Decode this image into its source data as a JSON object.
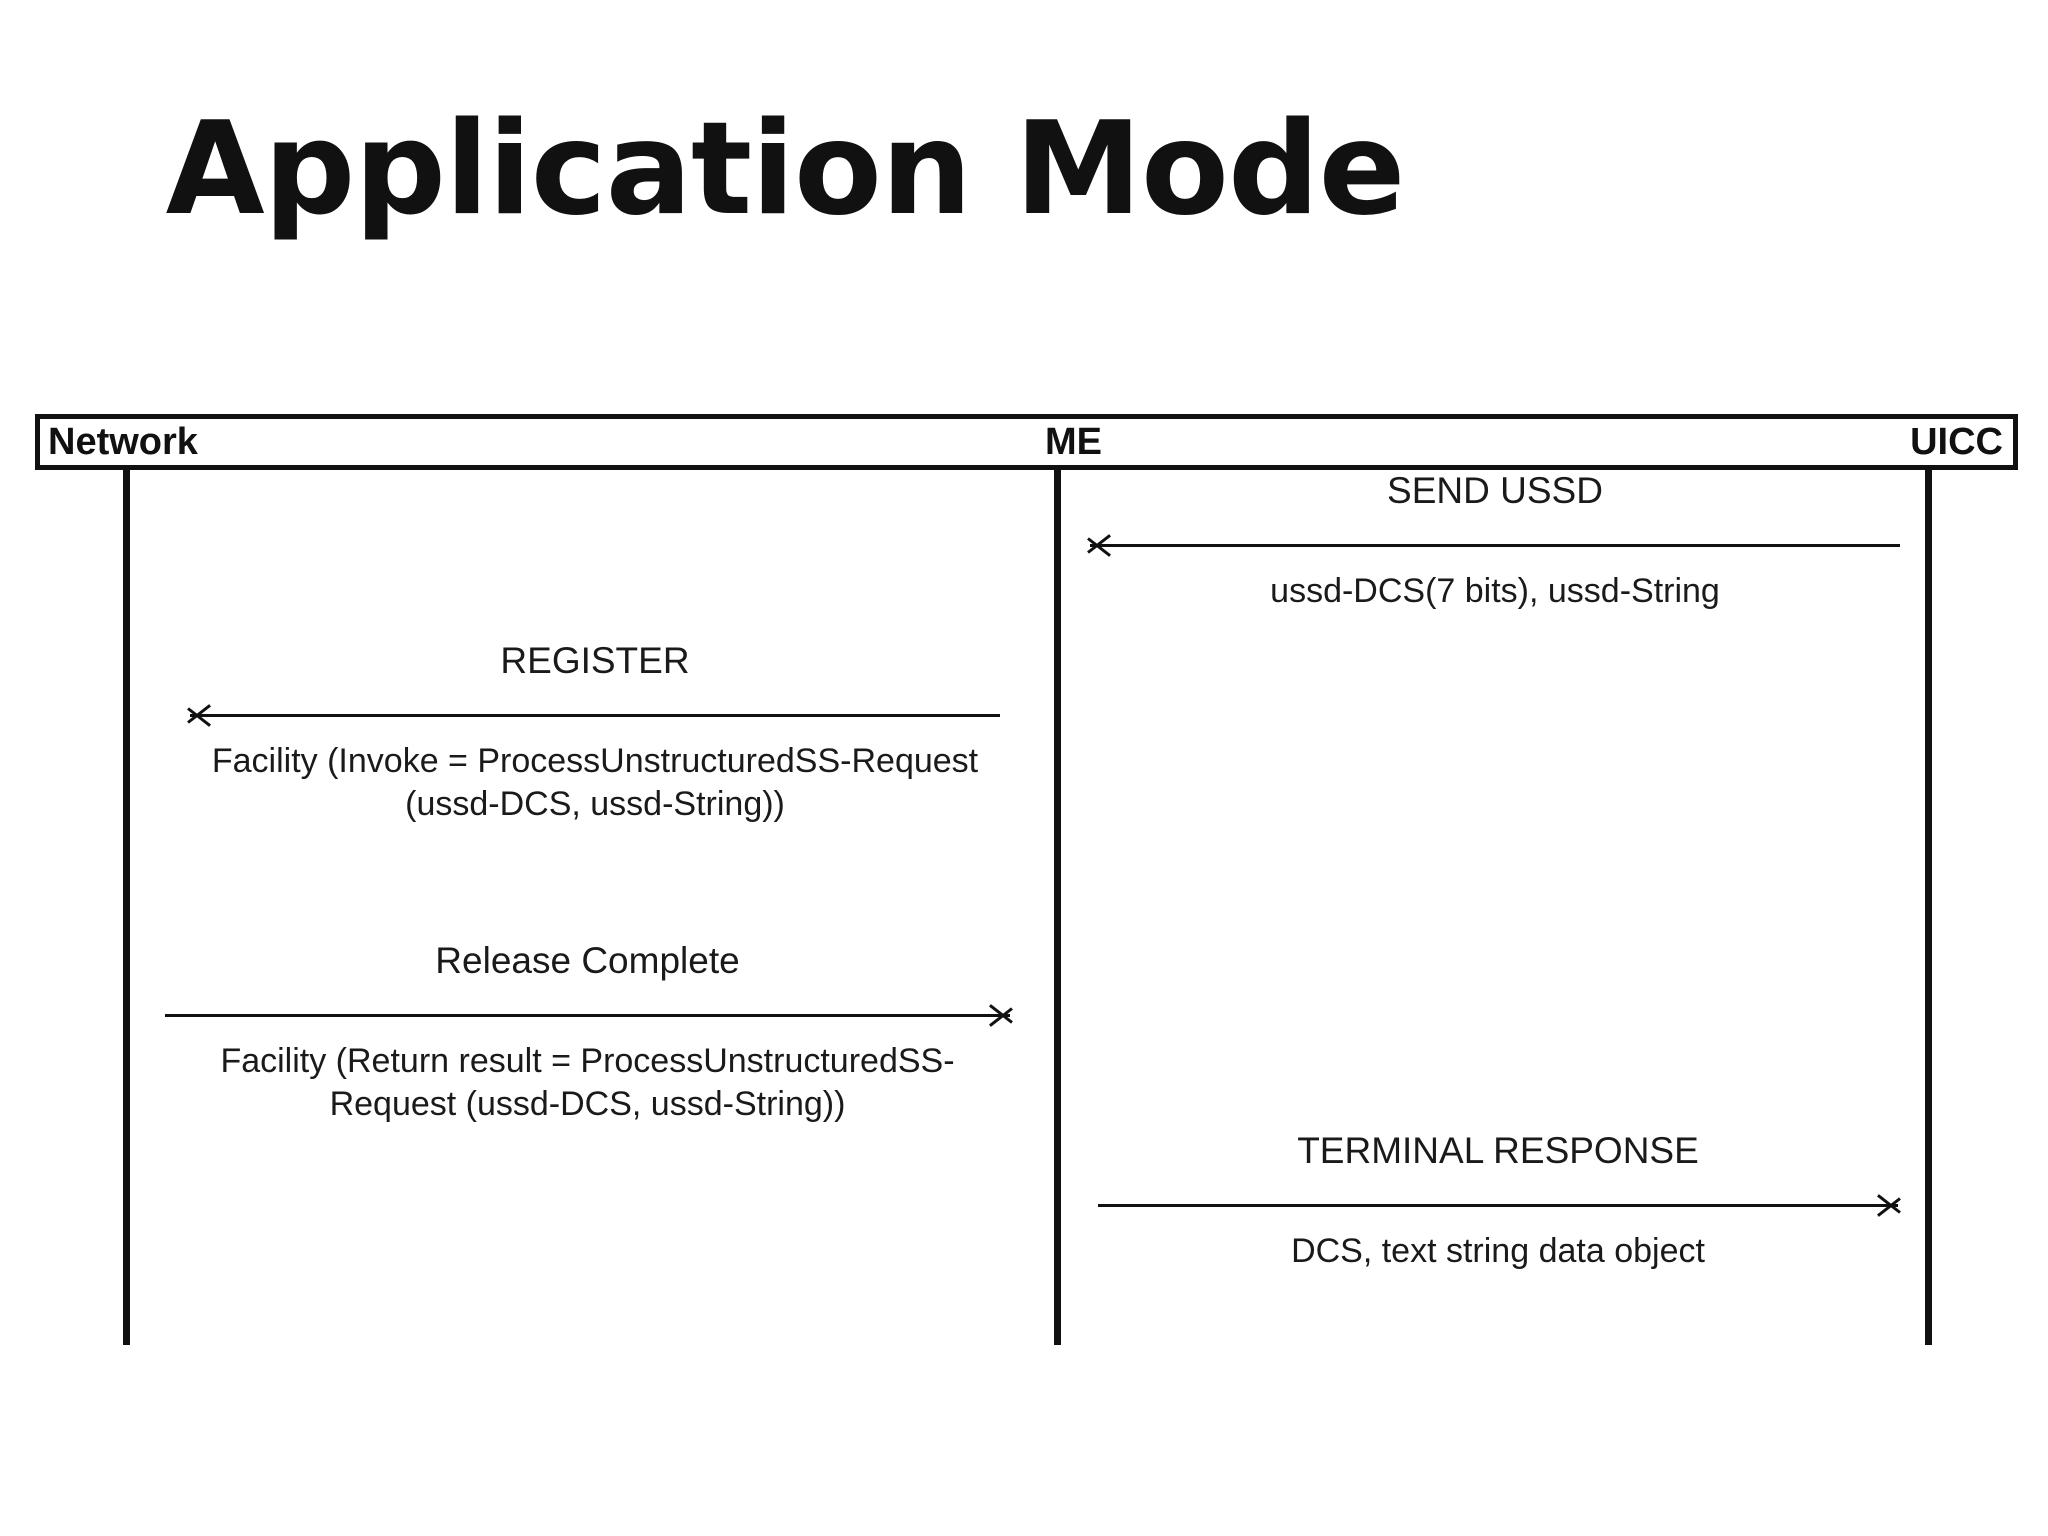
{
  "title": "Application Mode",
  "actors": {
    "network": "Network",
    "me": "ME",
    "uicc": "UICC"
  },
  "messages": [
    {
      "id": "send-ussd",
      "label": "SEND USSD",
      "caption": "ussd-DCS(7 bits), ussd-String",
      "direction": "left",
      "from": "UICC",
      "to": "ME"
    },
    {
      "id": "register",
      "label": "REGISTER",
      "caption": "Facility (Invoke = ProcessUnstructuredSS-Request (ussd-DCS, ussd-String))",
      "direction": "left",
      "from": "ME",
      "to": "Network"
    },
    {
      "id": "release-complete",
      "label": "Release Complete",
      "caption": "Facility (Return result = ProcessUnstructuredSS-Request (ussd-DCS, ussd-String))",
      "direction": "right",
      "from": "Network",
      "to": "ME"
    },
    {
      "id": "terminal-response",
      "label": "TERMINAL RESPONSE",
      "caption": "DCS, text string data object",
      "direction": "right",
      "from": "ME",
      "to": "UICC"
    }
  ],
  "colors": {
    "ink": "#111111",
    "background": "#ffffff"
  }
}
